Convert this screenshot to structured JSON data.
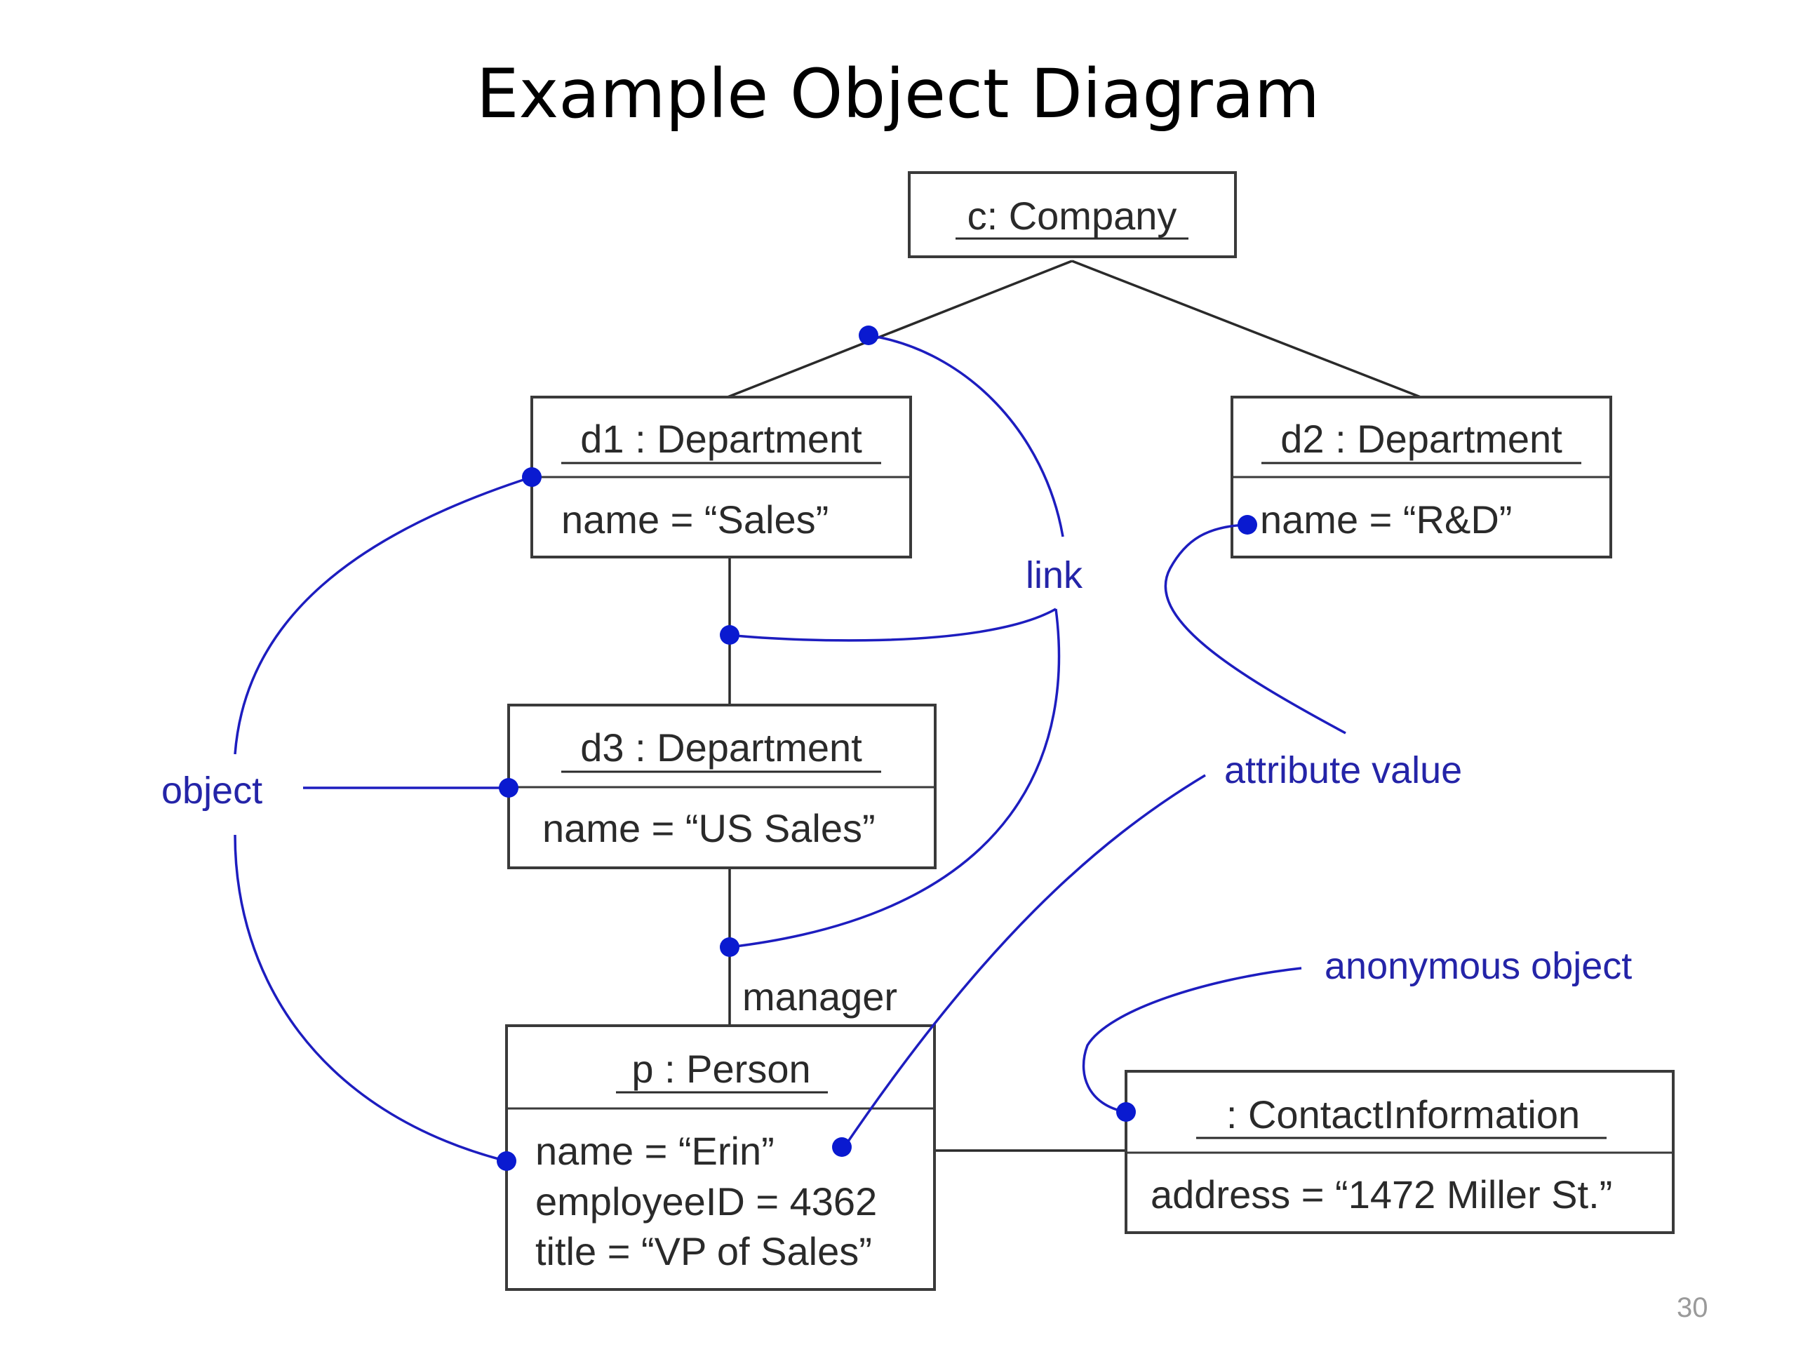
{
  "title": "Example Object Diagram",
  "objects": {
    "company": {
      "name": "c: Company"
    },
    "d1": {
      "name": "d1 : Department",
      "attrs": [
        "name = “Sales”"
      ]
    },
    "d2": {
      "name": "d2 : Department",
      "attrs": [
        "name = “R&D”"
      ]
    },
    "d3": {
      "name": "d3 : Department",
      "attrs": [
        "name = “US Sales”"
      ]
    },
    "person": {
      "name": "p : Person",
      "attrs": [
        "name = “Erin”",
        "employeeID = 4362",
        "title = “VP of Sales”"
      ]
    },
    "contact": {
      "name": ": ContactInformation",
      "attrs": [
        "address = “1472 Miller St.”"
      ]
    }
  },
  "link_labels": {
    "manager": "manager"
  },
  "annotations": {
    "link": "link",
    "object": "object",
    "attribute_value": "attribute value",
    "anonymous_object": "anonymous object"
  },
  "page_number": "30",
  "colors": {
    "annotation": "#2424a8",
    "marker": "#0a1ad0",
    "line": "#2a2a2a"
  }
}
